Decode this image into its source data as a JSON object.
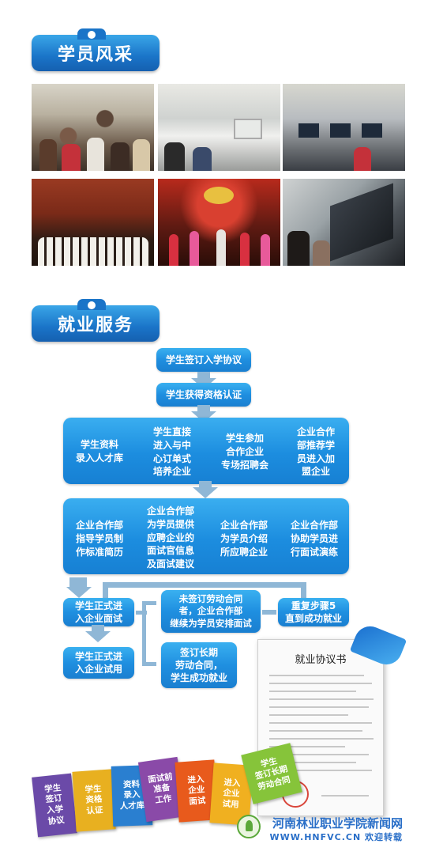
{
  "sections": {
    "students": {
      "title": "学员风采"
    },
    "employment": {
      "title": "就业服务"
    }
  },
  "flow": {
    "step1": "学生签订入学协议",
    "step2": "学生获得资格认证",
    "panel1": [
      "学生资料\n录入人才库",
      "学生直接\n进入与中\n心订单式\n培养企业",
      "学生参加\n合作企业\n专场招聘会",
      "企业合作\n部推荐学\n员进入加\n盟企业"
    ],
    "panel2": [
      "企业合作部\n指导学员制\n作标准简历",
      "企业合作部\n为学员提供\n应聘企业的\n面试官信息\n及面试建议",
      "企业合作部\n为学员介绍\n所应聘企业",
      "企业合作部\n协助学员进\n行面试演练"
    ],
    "interview": "学生正式进\n入企业面试",
    "not_signed": "未签订劳动合同\n者，企业合作部\n继续为学员安排面试",
    "repeat": "重复步骤5\n直到成功就业",
    "trial": "学生正式进\n入企业试用",
    "long_contract": "签订长期\n劳动合同，\n学生成功就业"
  },
  "document": {
    "title": "就业协议书"
  },
  "cards": [
    {
      "label": "学生\n签订\n入学\n协议",
      "color": "#6b4aa8"
    },
    {
      "label": "学生\n资格\n认证",
      "color": "#e8b020"
    },
    {
      "label": "资料\n录入\n人才库",
      "color": "#2a7fd0"
    },
    {
      "label": "面试前\n准备\n工作",
      "color": "#8a4aa8"
    },
    {
      "label": "进入\n企业\n面试",
      "color": "#e85a1c"
    },
    {
      "label": "进入\n企业\n试用",
      "color": "#f0b020"
    },
    {
      "label": "学生\n签订长期\n劳动合同",
      "color": "#86c43a"
    }
  ],
  "footer": {
    "name": "河南林业职业学院新闻网",
    "url": "WWW.HNFVC.CN 欢迎转载"
  }
}
